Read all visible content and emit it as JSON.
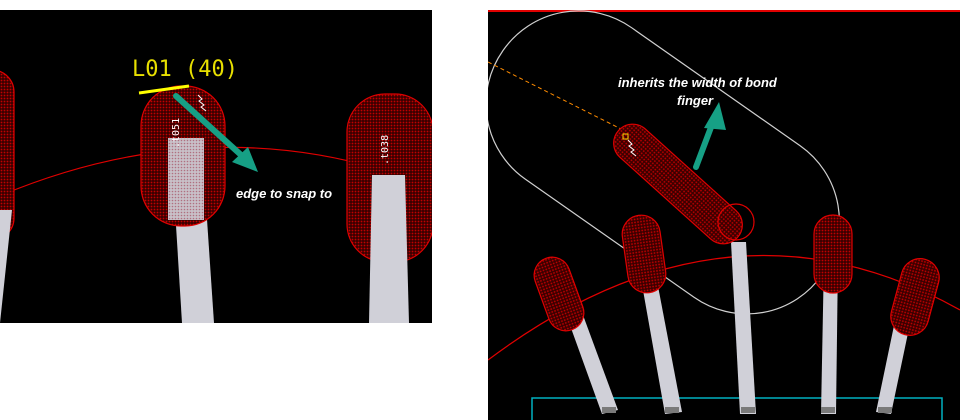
{
  "left_panel": {
    "net_label": "L01 (40)",
    "pad_labels": [
      ".t051",
      ".t038"
    ],
    "annotation": "edge to snap to"
  },
  "right_panel": {
    "annotation_line1": "inherits the width of bond",
    "annotation_line2": "finger"
  },
  "colors": {
    "background": "#000000",
    "pad_outline": "#e00000",
    "pad_fill": "#7a0000",
    "trace": "#d0d0d8",
    "ring": "#e00000",
    "snap_edge": "#ffff00",
    "arrow": "#16a085",
    "cavity": "#d0d0d0",
    "guide": "#ff8c00",
    "substrate": "#00b0c0"
  }
}
